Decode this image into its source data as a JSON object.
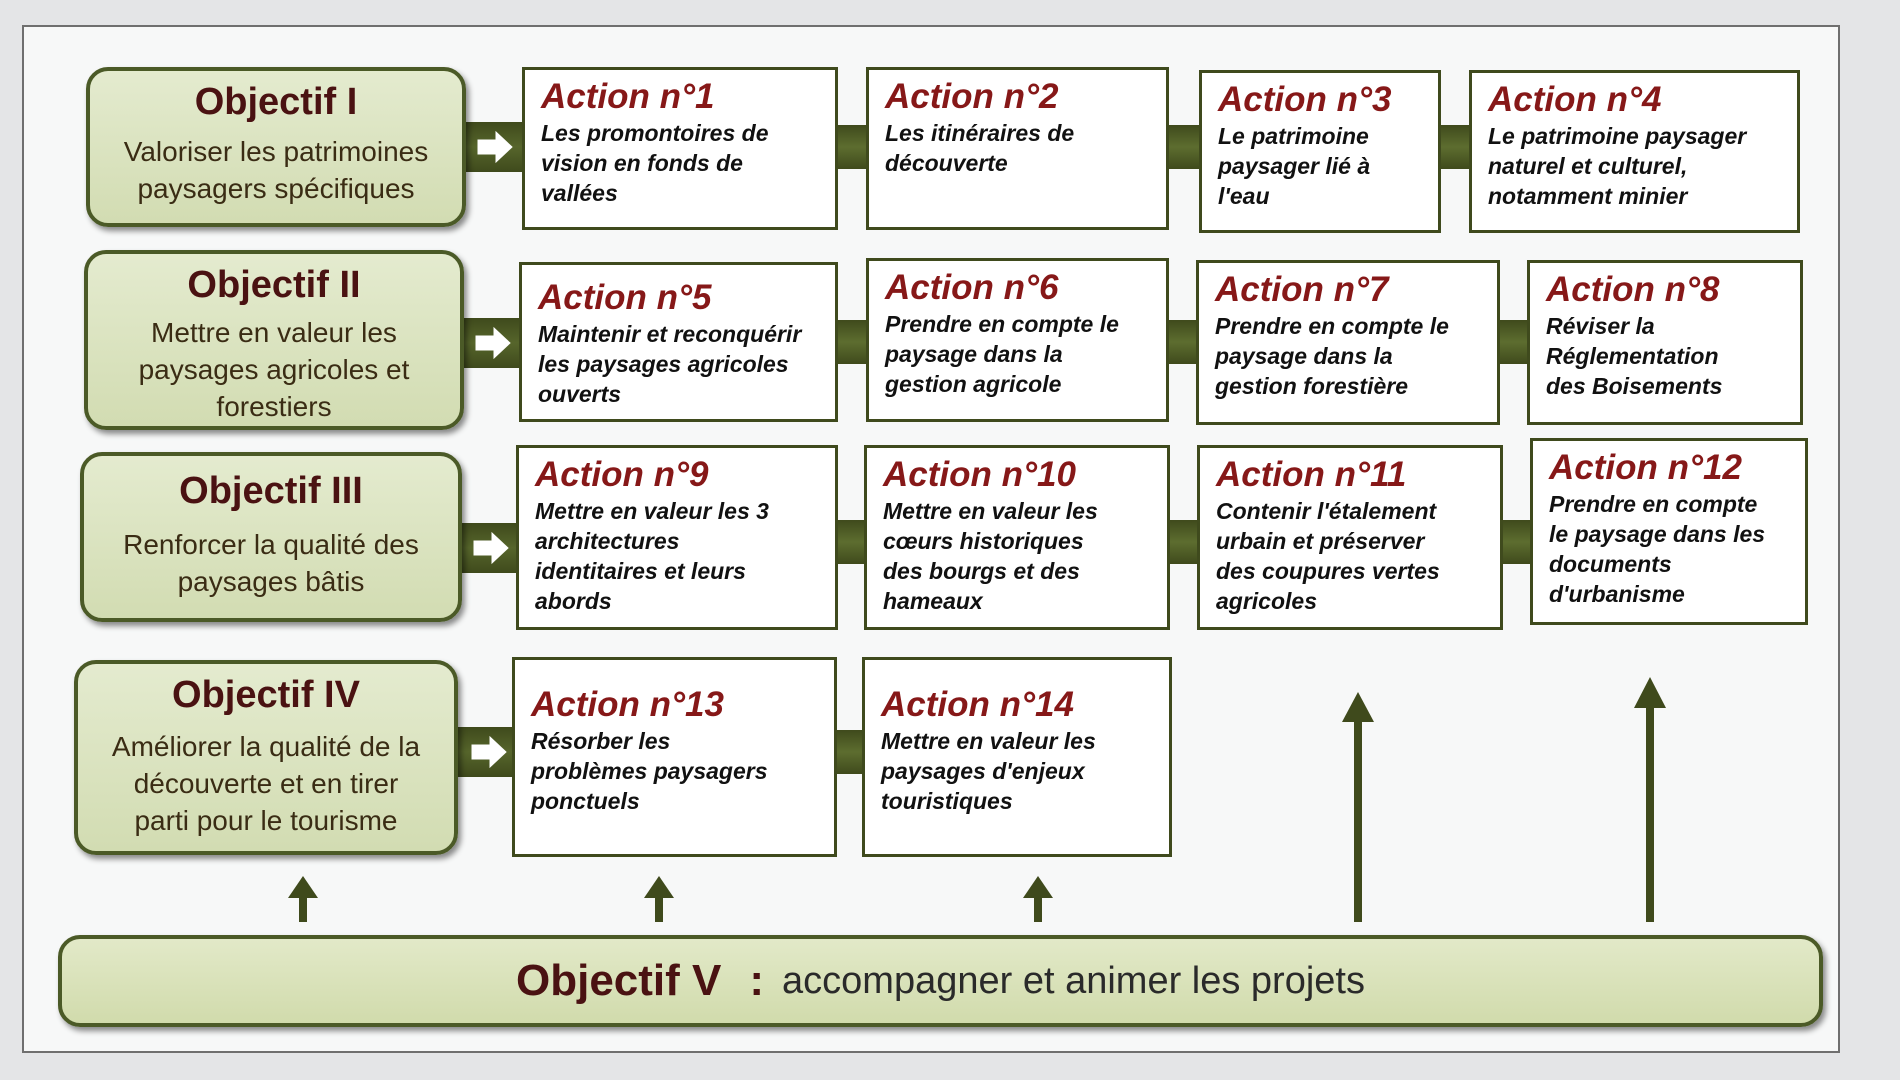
{
  "objectives": [
    {
      "title": "Objectif  I",
      "text": "Valoriser les patrimoines\npaysagers spécifiques"
    },
    {
      "title": "Objectif II",
      "text": "Mettre en valeur les\npaysages agricoles et\nforestiers"
    },
    {
      "title": "Objectif III",
      "text": "Renforcer la qualité des\npaysages bâtis"
    },
    {
      "title": "Objectif IV",
      "text": "Améliorer la qualité de la\ndécouverte et en tirer\nparti pour le tourisme"
    }
  ],
  "objective5": {
    "title": "Objectif V",
    "separator": ":",
    "text": "accompagner et animer les projets"
  },
  "actions": [
    {
      "title": "Action  n°1",
      "text": "Les promontoires de\nvision en fonds de\nvallées"
    },
    {
      "title": "Action n°2",
      "text": "Les itinéraires de\ndécouverte"
    },
    {
      "title": "Action n°3",
      "text": "Le patrimoine\npaysager lié à\nl'eau"
    },
    {
      "title": "Action n°4",
      "text": "Le patrimoine paysager\nnaturel et culturel,\nnotamment minier"
    },
    {
      "title": "Action n°5",
      "text": "Maintenir et reconquérir\nles paysages agricoles\nouverts"
    },
    {
      "title": "Action n°6",
      "text": "Prendre en compte le\npaysage dans la\ngestion agricole"
    },
    {
      "title": "Action n°7",
      "text": "Prendre en compte le\npaysage dans la\ngestion forestière"
    },
    {
      "title": "Action n°8",
      "text": "Réviser la\nRéglementation\ndes Boisements"
    },
    {
      "title": "Action n°9",
      "text": "Mettre en valeur les 3\narchitectures\nidentitaires et leurs\nabords"
    },
    {
      "title": "Action n°10",
      "text": "Mettre en valeur les\ncœurs historiques\ndes bourgs et des\nhameaux"
    },
    {
      "title": "Action n°11",
      "text": "Contenir l'étalement\nurbain et préserver\ndes coupures vertes\nagricoles"
    },
    {
      "title": "Action n°12",
      "text": "Prendre en compte\nle paysage dans les\ndocuments\nd'urbanisme"
    },
    {
      "title": "Action n°13",
      "text": "Résorber les\nproblèmes paysagers\nponctuels"
    },
    {
      "title": "Action n°14",
      "text": "Mettre en valeur les\npaysages d'enjeux\ntouristiques"
    }
  ],
  "colors": {
    "objective_fill": "#dbe3c0",
    "frame_green": "#4b5a27",
    "title_red": "#861818",
    "objective_title": "#4a1212"
  }
}
